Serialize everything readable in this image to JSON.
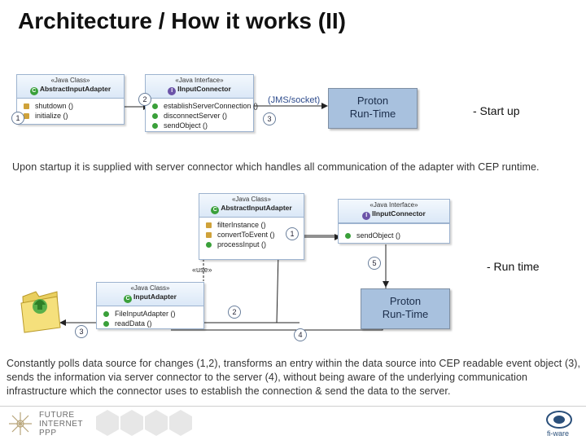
{
  "slide": {
    "title": "Architecture / How it works (II)",
    "startup_label": "- Start up",
    "runtime_label": "- Run time",
    "startup_text": "Upon startup it is supplied with server connector which handles all communication of the adapter with CEP runtime.",
    "runtime_text": "Constantly polls data source for changes (1,2), transforms an entry within the data source into CEP readable event object (3), sends the information via server connector to the server (4), without being aware of the underlying communication infrastructure which the connector uses to establish the connection & send the data to the server."
  },
  "diagram1": {
    "abstract": {
      "stereotype": "«Java Class»",
      "name": "AbstractInputAdapter",
      "methods": [
        "shutdown ()",
        "initialize ()"
      ]
    },
    "connector": {
      "stereotype": "«Java Interface»",
      "name": "IInputConnector",
      "methods": [
        "establishServerConnection ()",
        "disconnectServer ()",
        "sendObject ()"
      ]
    },
    "jms": "(JMS/socket)",
    "runtime": {
      "line1": "Proton",
      "line2": "Run-Time"
    },
    "numbers": [
      "1",
      "2",
      "3"
    ]
  },
  "diagram2": {
    "abstract": {
      "stereotype": "«Java Class»",
      "name": "AbstractInputAdapter",
      "methods": [
        "filterInstance ()",
        "convertToEvent ()",
        "processInput ()"
      ]
    },
    "connector": {
      "stereotype": "«Java Interface»",
      "name": "IInputConnector",
      "methods": [
        "sendObject ()"
      ]
    },
    "file": {
      "stereotype": "«Java Class»",
      "name": "InputAdapter",
      "methods": [
        "FileInputAdapter ()",
        "readData ()"
      ]
    },
    "use_label": "«use»",
    "runtime": {
      "line1": "Proton",
      "line2": "Run-Time"
    },
    "numbers": [
      "1",
      "2",
      "3",
      "4",
      "5"
    ]
  },
  "footer": {
    "logo_lines": [
      "FUTURE",
      "INTERNET",
      "PPP"
    ],
    "brand": "fi-ware"
  },
  "colors": {
    "runtime_box": "#a8c1de",
    "uml_header": "#dbe8f7",
    "uml_border": "#9db3cf"
  },
  "icons": [
    "class-icon",
    "interface-icon",
    "folder-icon",
    "fiware-logo-icon",
    "future-internet-logo-icon"
  ]
}
